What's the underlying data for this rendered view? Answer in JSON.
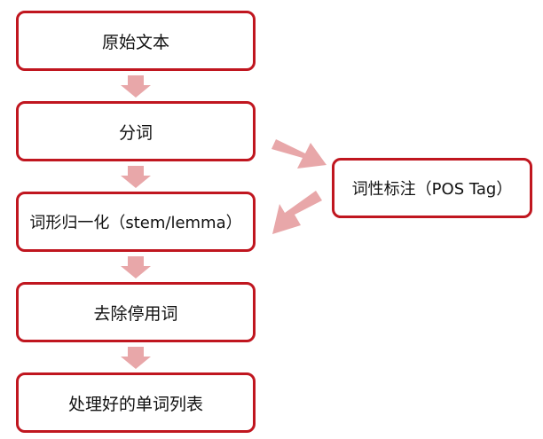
{
  "diagram": {
    "steps": [
      "原始文本",
      "分词",
      "词形归一化（stem/lemma）",
      "去除停用词",
      "处理好的单词列表"
    ],
    "side_step": "词性标注（POS Tag）",
    "colors": {
      "box_border": "#c0161f",
      "arrow_fill": "#e8a7a9",
      "background": "#ffffff"
    }
  }
}
